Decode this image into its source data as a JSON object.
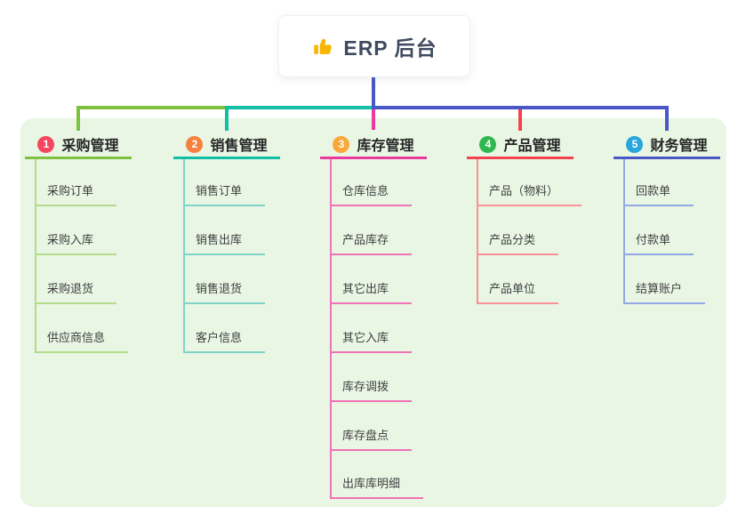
{
  "root": {
    "title": "ERP 后台",
    "icon": "thumbs-up-icon",
    "icon_color": "#f7b500"
  },
  "branches": [
    {
      "number": "1",
      "label": "采购管理",
      "badge_color": "#f4465e",
      "line_color": "#7ec13e",
      "child_line_color": "#b2dc8c",
      "children": [
        "采购订单",
        "采购入库",
        "采购退货",
        "供应商信息"
      ]
    },
    {
      "number": "2",
      "label": "销售管理",
      "badge_color": "#f5813e",
      "line_color": "#12bfa6",
      "child_line_color": "#7fd4c8",
      "children": [
        "销售订单",
        "销售出库",
        "销售退货",
        "客户信息"
      ]
    },
    {
      "number": "3",
      "label": "库存管理",
      "badge_color": "#f9a83b",
      "line_color": "#e93a9e",
      "child_line_color": "#f173b7",
      "children": [
        "仓库信息",
        "产品库存",
        "其它出库",
        "其它入库",
        "库存调拨",
        "库存盘点",
        "出库库明细"
      ]
    },
    {
      "number": "4",
      "label": "产品管理",
      "badge_color": "#2fb750",
      "line_color": "#f5424e",
      "child_line_color": "#f79395",
      "children": [
        "产品（物料）",
        "产品分类",
        "产品单位"
      ]
    },
    {
      "number": "5",
      "label": "财务管理",
      "badge_color": "#29a6dc",
      "line_color": "#4a57c7",
      "child_line_color": "#93a9e6",
      "children": [
        "回款单",
        "付款单",
        "结算账户"
      ]
    }
  ],
  "panel_color": "#e9f6e4"
}
